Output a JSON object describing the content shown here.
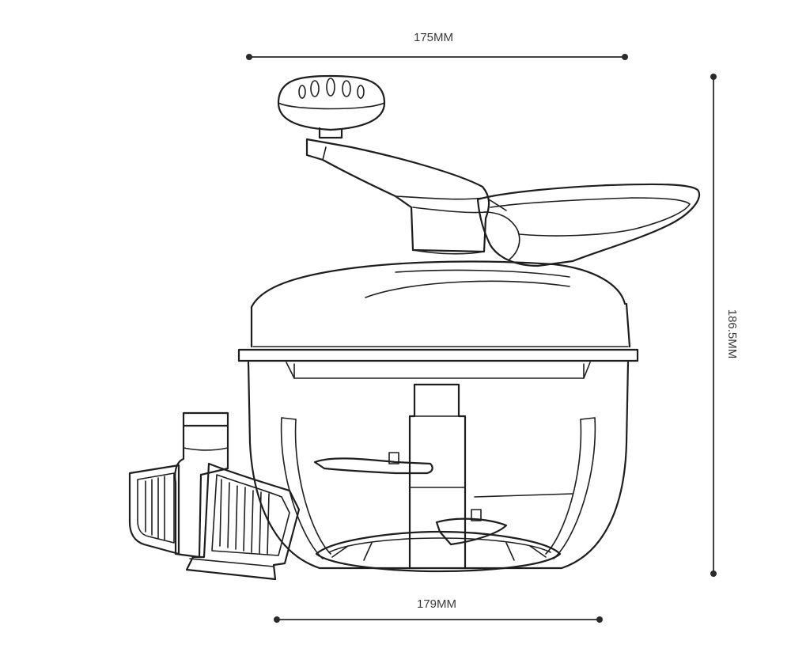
{
  "dimensions": {
    "top_width": "175MM",
    "bottom_width": "179MM",
    "height": "186.5MM"
  },
  "colors": {
    "line": "#1e1e1e",
    "dimension": "#2a2a2a",
    "background": "#ffffff"
  }
}
